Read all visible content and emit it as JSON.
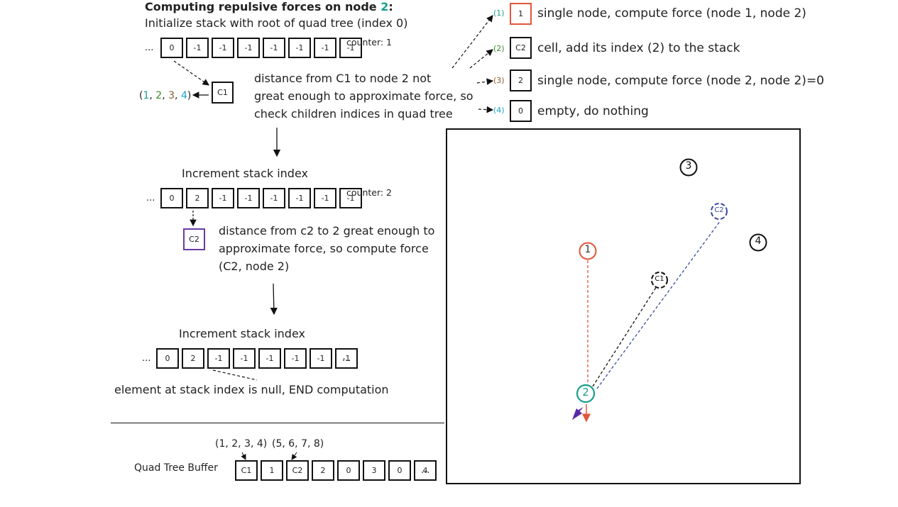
{
  "title_prefix": "Computing repulsive forces on node ",
  "title_node": "2",
  "title_suffix": ":",
  "init_text": "Initialize stack with root of quad tree (index 0)",
  "stack1": [
    "0",
    "-1",
    "-1",
    "-1",
    "-1",
    "-1",
    "-1",
    "-1"
  ],
  "counter1": "counter: 1",
  "c1_box": "C1",
  "c1_children": {
    "open": "(",
    "a": "1",
    "b": "2",
    "c": "3",
    "d": "4",
    "close": ")",
    "sep": ", "
  },
  "c1_explain": [
    "distance from C1 to node 2 not",
    "great enough to approximate force, so",
    "check children indices in quad tree"
  ],
  "children": [
    {
      "tag": "(1)",
      "value": "1",
      "desc": "single node, compute force (node 1, node 2)"
    },
    {
      "tag": "(2)",
      "value": "C2",
      "desc": "cell, add its index (2) to the stack"
    },
    {
      "tag": "(3)",
      "value": "2",
      "desc": "single node, compute force (node 2, node 2)=0"
    },
    {
      "tag": "(4)",
      "value": "0",
      "desc": "empty, do nothing"
    }
  ],
  "increment_label": "Increment stack index",
  "stack2": [
    "0",
    "2",
    "-1",
    "-1",
    "-1",
    "-1",
    "-1",
    "-1"
  ],
  "counter2": "counter: 2",
  "c2_box": "C2",
  "c2_explain": [
    "distance from c2 to 2 great enough to",
    "approximate force, so compute force",
    "(C2, node 2)"
  ],
  "increment_label2": "Increment stack index",
  "stack3": [
    "0",
    "2",
    "-1",
    "-1",
    "-1",
    "-1",
    "-1",
    "-1"
  ],
  "end_text": "element at stack index is null, END computation",
  "ellipsis": "...",
  "buffer_label": "Quad Tree Buffer",
  "buffer": [
    "C1",
    "1",
    "C2",
    "2",
    "0",
    "3",
    "0",
    "4"
  ],
  "buffer_note1": "(1, 2, 3, 4)",
  "buffer_note2": "(5, 6, 7, 8)",
  "spatial": {
    "node1": "1",
    "node2": "2",
    "node3": "3",
    "node4": "4",
    "cell1": "C1",
    "cell2": "C2"
  },
  "colors": {
    "node2": "#1a9e8b",
    "node1": "#e2553a",
    "c2": "#3a4aa6",
    "arrow_purple": "#5a2aa6"
  }
}
